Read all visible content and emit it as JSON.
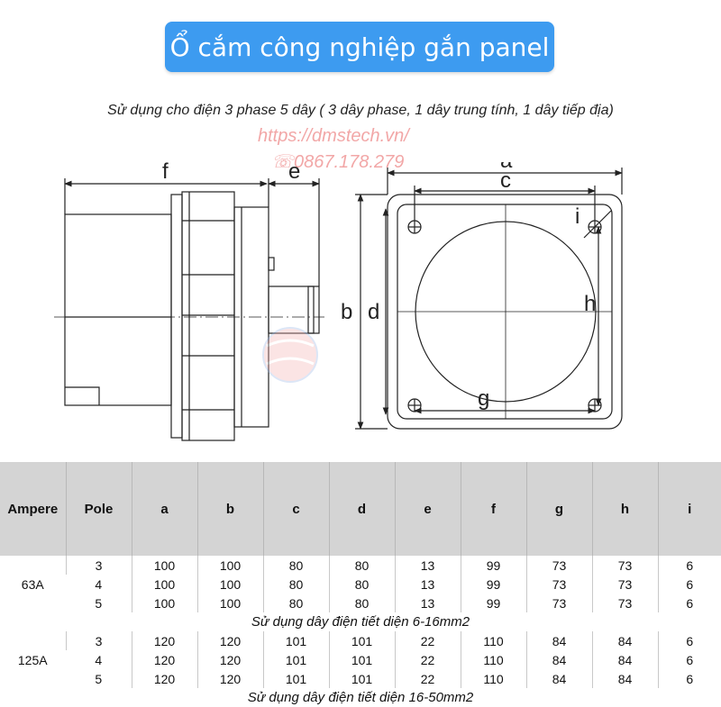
{
  "title": "Ổ cắm công nghiệp gắn panel",
  "subtitle": "Sử dụng cho điện 3 phase 5 dây ( 3 dây phase, 1 dây trung tính, 1 dây tiếp địa)",
  "watermark": {
    "url": "https://dmstech.vn/",
    "phone": "☏0867.178.279",
    "phone_icon": "phone-icon"
  },
  "drawing": {
    "labels": {
      "f": "f",
      "e": "e",
      "b": "b",
      "a": "a",
      "c": "c",
      "d": "d",
      "h": "h",
      "g": "g",
      "i": "i"
    }
  },
  "table": {
    "headers": [
      "Ampere",
      "Pole",
      "a",
      "b",
      "c",
      "d",
      "e",
      "f",
      "g",
      "h",
      "i"
    ],
    "groups": [
      {
        "ampere": "63A",
        "rows": [
          [
            "3",
            "100",
            "100",
            "80",
            "80",
            "13",
            "99",
            "73",
            "73",
            "6"
          ],
          [
            "4",
            "100",
            "100",
            "80",
            "80",
            "13",
            "99",
            "73",
            "73",
            "6"
          ],
          [
            "5",
            "100",
            "100",
            "80",
            "80",
            "13",
            "99",
            "73",
            "73",
            "6"
          ]
        ],
        "note": "Sử dụng dây điện tiết diện 6-16mm2"
      },
      {
        "ampere": "125A",
        "rows": [
          [
            "3",
            "120",
            "120",
            "101",
            "101",
            "22",
            "110",
            "84",
            "84",
            "6"
          ],
          [
            "4",
            "120",
            "120",
            "101",
            "101",
            "22",
            "110",
            "84",
            "84",
            "6"
          ],
          [
            "5",
            "120",
            "120",
            "101",
            "101",
            "22",
            "110",
            "84",
            "84",
            "6"
          ]
        ],
        "note": "Sử dụng dây điện tiết diện 16-50mm2"
      }
    ]
  },
  "colors": {
    "title_bg": "#3d9bf0",
    "header_bg": "#d4d4d4",
    "watermark": "#f2a7a7"
  }
}
